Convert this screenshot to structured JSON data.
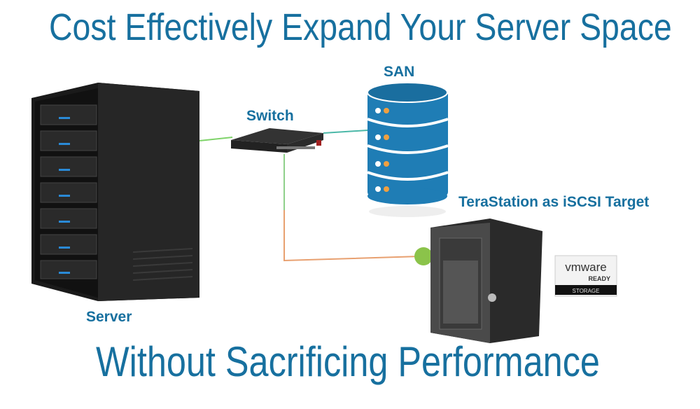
{
  "header": {
    "title": "Cost Effectively Expand Your Server Space"
  },
  "footer": {
    "tagline": "Without Sacrificing Performance"
  },
  "labels": {
    "san": "SAN",
    "switch": "Switch",
    "terastation": "TeraStation as iSCSI Target",
    "server": "Server"
  },
  "badge": {
    "brand": "vmware",
    "ready": "READY",
    "storage": "STORAGE"
  },
  "colors": {
    "accent": "#17709f",
    "san": "#1f7db5",
    "link_green": "#7fd36a",
    "link_orange": "#e8955a"
  }
}
